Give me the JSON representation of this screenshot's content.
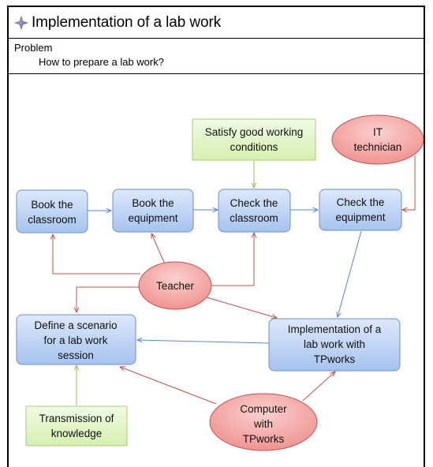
{
  "title": "Implementation of a lab work",
  "problem": {
    "label": "Problem",
    "text": "How to prepare a lab work?"
  },
  "nodes": {
    "book_classroom": [
      "Book the",
      "classroom"
    ],
    "book_equipment": [
      "Book the",
      "equipment"
    ],
    "check_classroom": [
      "Check the",
      "classroom"
    ],
    "check_equipment": [
      "Check the",
      "equipment"
    ],
    "define_scenario": [
      "Define a scenario",
      "for a lab work",
      "session"
    ],
    "implementation": [
      "Implementation of a",
      "lab work with",
      "TPworks"
    ],
    "satisfy_conditions": [
      "Satisfy good working",
      "conditions"
    ],
    "transmission": [
      "Transmission of",
      "knowledge"
    ],
    "it_technician": [
      "IT",
      "technician"
    ],
    "teacher": [
      "Teacher"
    ],
    "computer": [
      "Computer",
      "with",
      "TPworks"
    ]
  },
  "colors": {
    "task_fill_top": "#d6e4fb",
    "task_fill_bottom": "#a9c5ef",
    "task_stroke": "#6d8fc7",
    "goal_fill": "#e4f5c6",
    "goal_stroke": "#a9c97a",
    "actor_fill": "#f4a7a4",
    "actor_stroke": "#b95552",
    "blue_arrow": "#5b86c9",
    "red_arrow": "#c0504d",
    "green_arrow": "#9bbb59"
  }
}
